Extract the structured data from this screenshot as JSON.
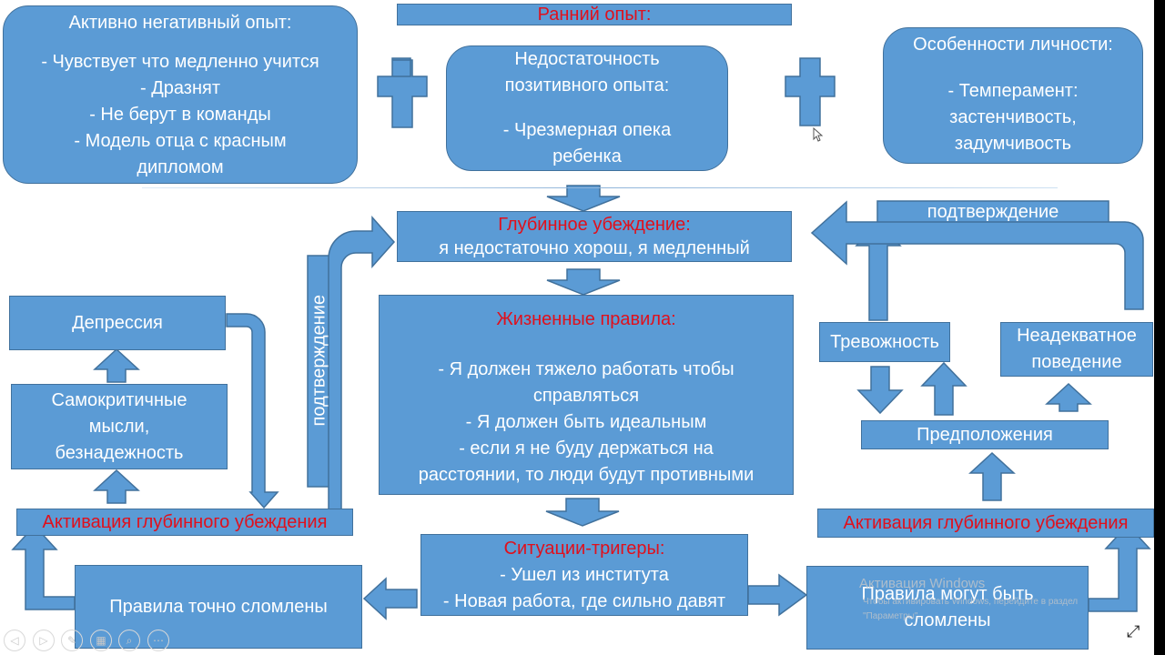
{
  "slide": {
    "early_experience": {
      "title": "Ранний опыт:"
    },
    "negative_experience": {
      "title": "Активно негативный опыт:",
      "items": [
        "-   Чувствует что медленно учится",
        "-   Дразнят",
        "-   Не берут в команды",
        "-   Модель отца с красным",
        "дипломом"
      ]
    },
    "lack_positive": {
      "title_lines": [
        "Недостаточность",
        "позитивного опыта:"
      ],
      "items": [
        "-   Чрезмерная опека",
        "ребенка"
      ]
    },
    "personality": {
      "title": "Особенности личности:",
      "items": [
        "-   Темперамент:",
        "застенчивость,",
        "задумчивость"
      ]
    },
    "core_belief": {
      "title": "Глубинное убеждение:",
      "text": "я недостаточно хорош, я медленный"
    },
    "life_rules": {
      "title": "Жизненные правила:",
      "items": [
        "-   Я должен тяжело работать чтобы",
        "справляться",
        "-   Я должен быть идеальным",
        "-   если я не буду держаться на",
        "расстоянии, то люди будут противными"
      ]
    },
    "triggers": {
      "title": "Ситуации-тригеры:",
      "items": [
        "- Ушел из института",
        "- Новая работа, где сильно давят"
      ]
    },
    "left": {
      "depression": "Депрессия",
      "self_critical": [
        "Самокритичные",
        "мысли,",
        "безнадежность"
      ],
      "activation": "Активация глубинного убеждения",
      "confirmation": "подтверждение",
      "rules_broken": "Правила точно сломлены"
    },
    "right": {
      "confirmation": "подтверждение",
      "anxiety": "Тревожность",
      "inadequate": [
        "Неадекватное",
        "поведение"
      ],
      "assumptions": "Предположения",
      "activation": "Активация глубинного убеждения",
      "rules_may_break": [
        "Правила могут быть",
        "сломлены"
      ]
    }
  },
  "overlay": {
    "watermark_title": "Активация Windows",
    "watermark_sub": "Чтобы активировать Windows, перейдите в раздел",
    "watermark_sub2": "\"Параметры\".",
    "nav": [
      {
        "name": "previous-slide-icon",
        "glyph": "◁"
      },
      {
        "name": "next-slide-icon",
        "glyph": "▷"
      },
      {
        "name": "pen-icon",
        "glyph": "✎"
      },
      {
        "name": "slides-grid-icon",
        "glyph": "▦"
      },
      {
        "name": "zoom-icon",
        "glyph": "⌕"
      },
      {
        "name": "more-options-icon",
        "glyph": "⋯"
      }
    ],
    "resize_glyph": "⤢"
  },
  "colors": {
    "box_fill": "#5b9bd5",
    "box_border": "#41719c",
    "accent_red": "#e0101c"
  }
}
